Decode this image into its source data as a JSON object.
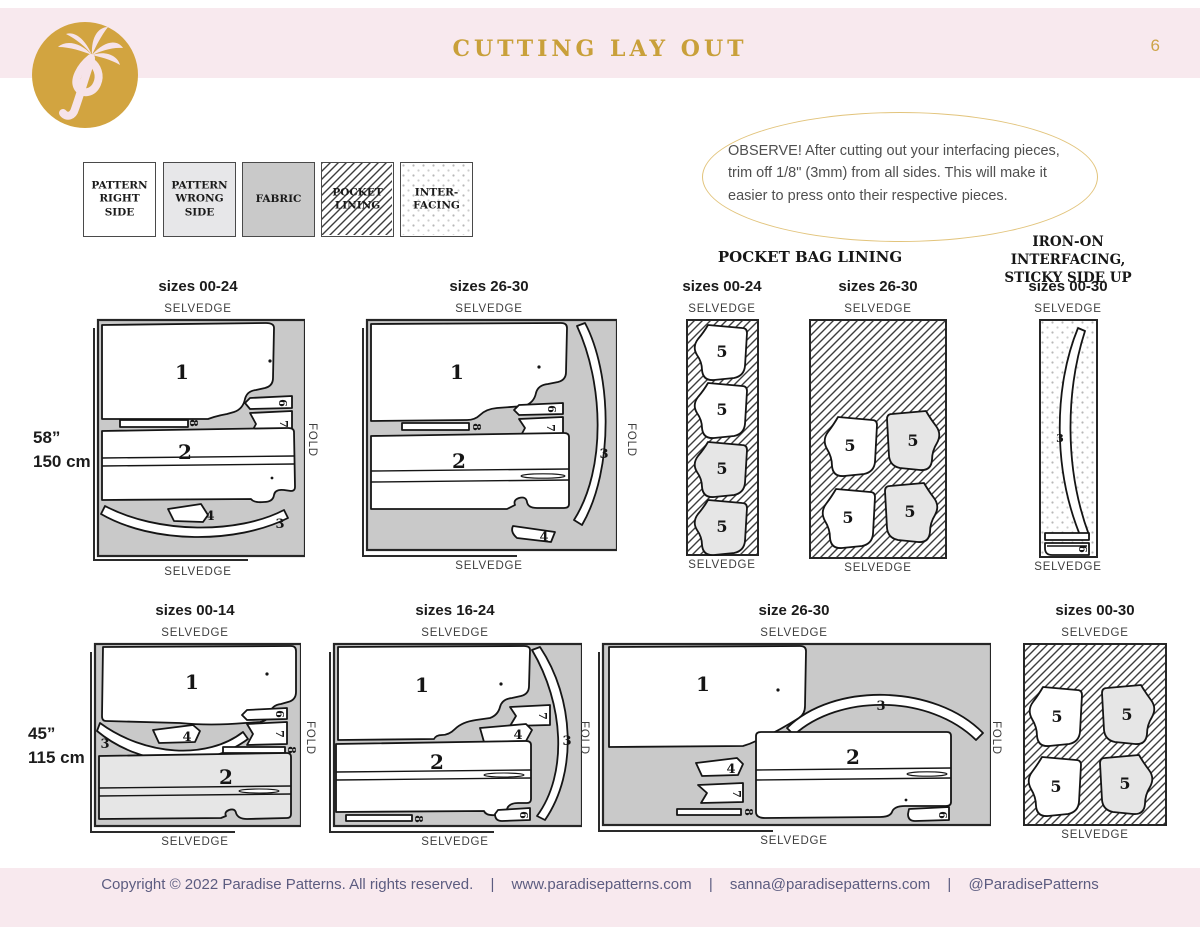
{
  "header": {
    "title": "CUTTING LAY OUT",
    "page_number": "6",
    "logo_alt": "Paradise Patterns palm logo"
  },
  "legend": {
    "items": [
      {
        "label": "PATTERN\nRIGHT\nSIDE",
        "fill": "white"
      },
      {
        "label": "PATTERN\nWRONG\nSIDE",
        "fill": "light-gray"
      },
      {
        "label": "FABRIC",
        "fill": "gray"
      },
      {
        "label": "POCKET\nLINING",
        "fill": "diagonal-hatch"
      },
      {
        "label": "INTER-\nFACING",
        "fill": "dots"
      }
    ]
  },
  "note": {
    "text": "OBSERVE! After cutting out your interfacing pieces, trim off 1/8\" (3mm) from all sides. This will make it easier to press onto their respective pieces."
  },
  "sections": {
    "pocket_bag_lining": "POCKET BAG LINING",
    "iron_on_line1": "IRON-ON INTERFACING,",
    "iron_on_line2": "STICKY SIDE UP"
  },
  "labels": {
    "selvedge": "SELVEDGE",
    "fold": "FOLD"
  },
  "fabric_widths": {
    "w58_in": "58”",
    "w58_cm": "150 cm",
    "w45_in": "45”",
    "w45_cm": "115 cm"
  },
  "layouts": {
    "main_58_00_24": {
      "size": "sizes 00-24"
    },
    "main_58_26_30": {
      "size": "sizes 26-30"
    },
    "pocket_00_24": {
      "size": "sizes 00-24"
    },
    "pocket_26_30": {
      "size": "sizes 26-30"
    },
    "interfacing_00_30": {
      "size": "sizes 00-30"
    },
    "main_45_00_14": {
      "size": "sizes 00-14"
    },
    "main_45_16_24": {
      "size": "sizes 16-24"
    },
    "main_45_26_30": {
      "size": "size 26-30"
    },
    "pocket_00_30": {
      "size": "sizes 00-30"
    }
  },
  "pieces": {
    "n1": "1",
    "n2": "2",
    "n3": "3",
    "n4": "4",
    "n5": "5",
    "n6": "6",
    "n7": "7",
    "n8": "8"
  },
  "colors": {
    "accent_gold": "#c9a03a",
    "bar_pink": "#f8e9ee",
    "fabric_gray": "#c9c9c9",
    "wrong_side_gray": "#e6e6e6",
    "footer_text": "#5c5c80"
  },
  "footer": {
    "copyright": "Copyright © 2022 Paradise Patterns. All rights reserved.",
    "separator": "|",
    "website": "www.paradisepatterns.com",
    "email": "sanna@paradisepatterns.com",
    "social": "@ParadisePatterns"
  }
}
